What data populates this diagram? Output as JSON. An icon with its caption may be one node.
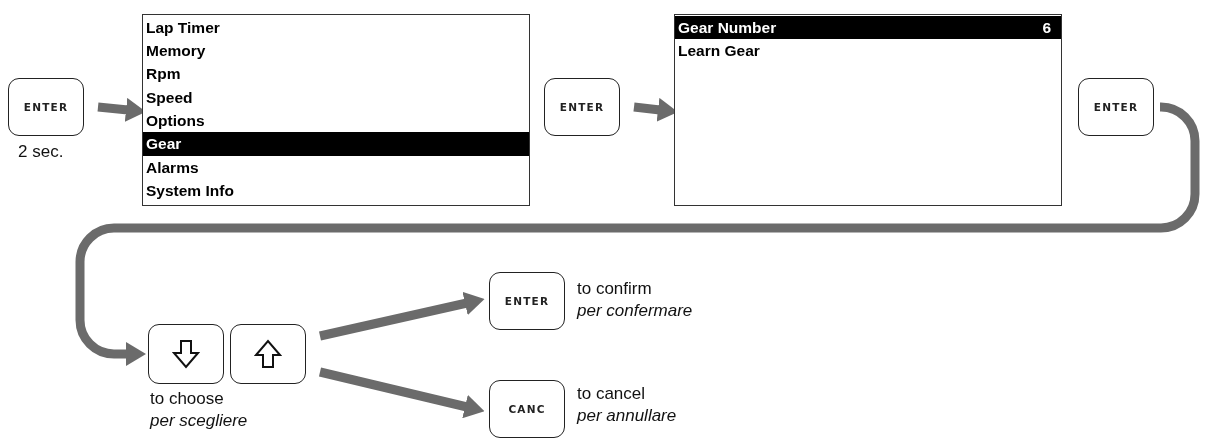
{
  "diagram": {
    "nodes": [
      {
        "text": [
          "ENTER"
        ],
        "beside": [
          "2 sec."
        ]
      },
      {
        "text": [
          "Lap Timer",
          "Memory",
          "Rpm",
          "Speed",
          "Options",
          "Gear",
          "Alarms",
          "System Info"
        ]
      },
      {
        "text": [
          "ENTER"
        ]
      },
      {
        "text": [
          "Gear Number",
          "6",
          "Learn Gear"
        ]
      },
      {
        "text": [
          "ENTER"
        ]
      },
      {
        "text": [],
        "shape": "box",
        "beside": [
          "to choose",
          "per scegliere"
        ]
      },
      {
        "text": [],
        "shape": "box"
      },
      {
        "text": [
          "ENTER"
        ],
        "beside": [
          "to confirm",
          "per confermare"
        ]
      },
      {
        "text": [
          "CANC"
        ],
        "beside": [
          "to cancel",
          "per annullare"
        ]
      }
    ],
    "edges": [
      {
        "from": 0,
        "to": 1,
        "arrow": "to"
      },
      {
        "from": 2,
        "to": 3,
        "arrow": "to"
      },
      {
        "from": 4,
        "to": 5,
        "arrow": "to"
      },
      {
        "from": 6,
        "to": 7,
        "arrow": "to"
      },
      {
        "from": 6,
        "to": 8,
        "arrow": "to"
      }
    ]
  }
}
